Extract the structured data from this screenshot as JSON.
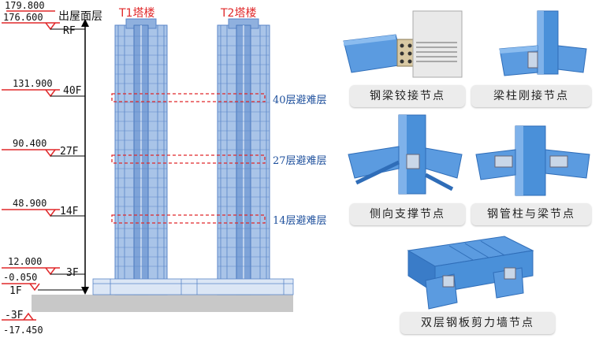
{
  "levels": {
    "top": "179.800",
    "roof_elev": "176.600",
    "f40_elev": "131.900",
    "f27_elev": "90.400",
    "f14_elev": "48.900",
    "f3_elev": "12.000",
    "f1_elev": "-0.050",
    "b3_elev": "-17.450"
  },
  "floors": {
    "roof_label": "出屋面层",
    "rf": "RF",
    "f40": "40F",
    "f27": "27F",
    "f14": "14F",
    "f3": "3F",
    "f1": "1F",
    "b3": "-3F"
  },
  "towers": {
    "t1": "T1塔楼",
    "t2": "T2塔楼"
  },
  "refuge_floors": {
    "f40": "40层避难层",
    "f27": "27层避难层",
    "f14": "14层避难层"
  },
  "nodes": {
    "n1": "钢梁铰接节点",
    "n2": "梁柱刚接节点",
    "n3": "侧向支撑节点",
    "n4": "钢管柱与梁节点",
    "n5": "双层钢板剪力墙节点"
  },
  "colors": {
    "steel": "#4a90d9",
    "steel_dark": "#2f6db8",
    "accent_red": "#e0282a",
    "refuge_blue": "#1d4f9c",
    "caption_bg": "#ececec"
  }
}
